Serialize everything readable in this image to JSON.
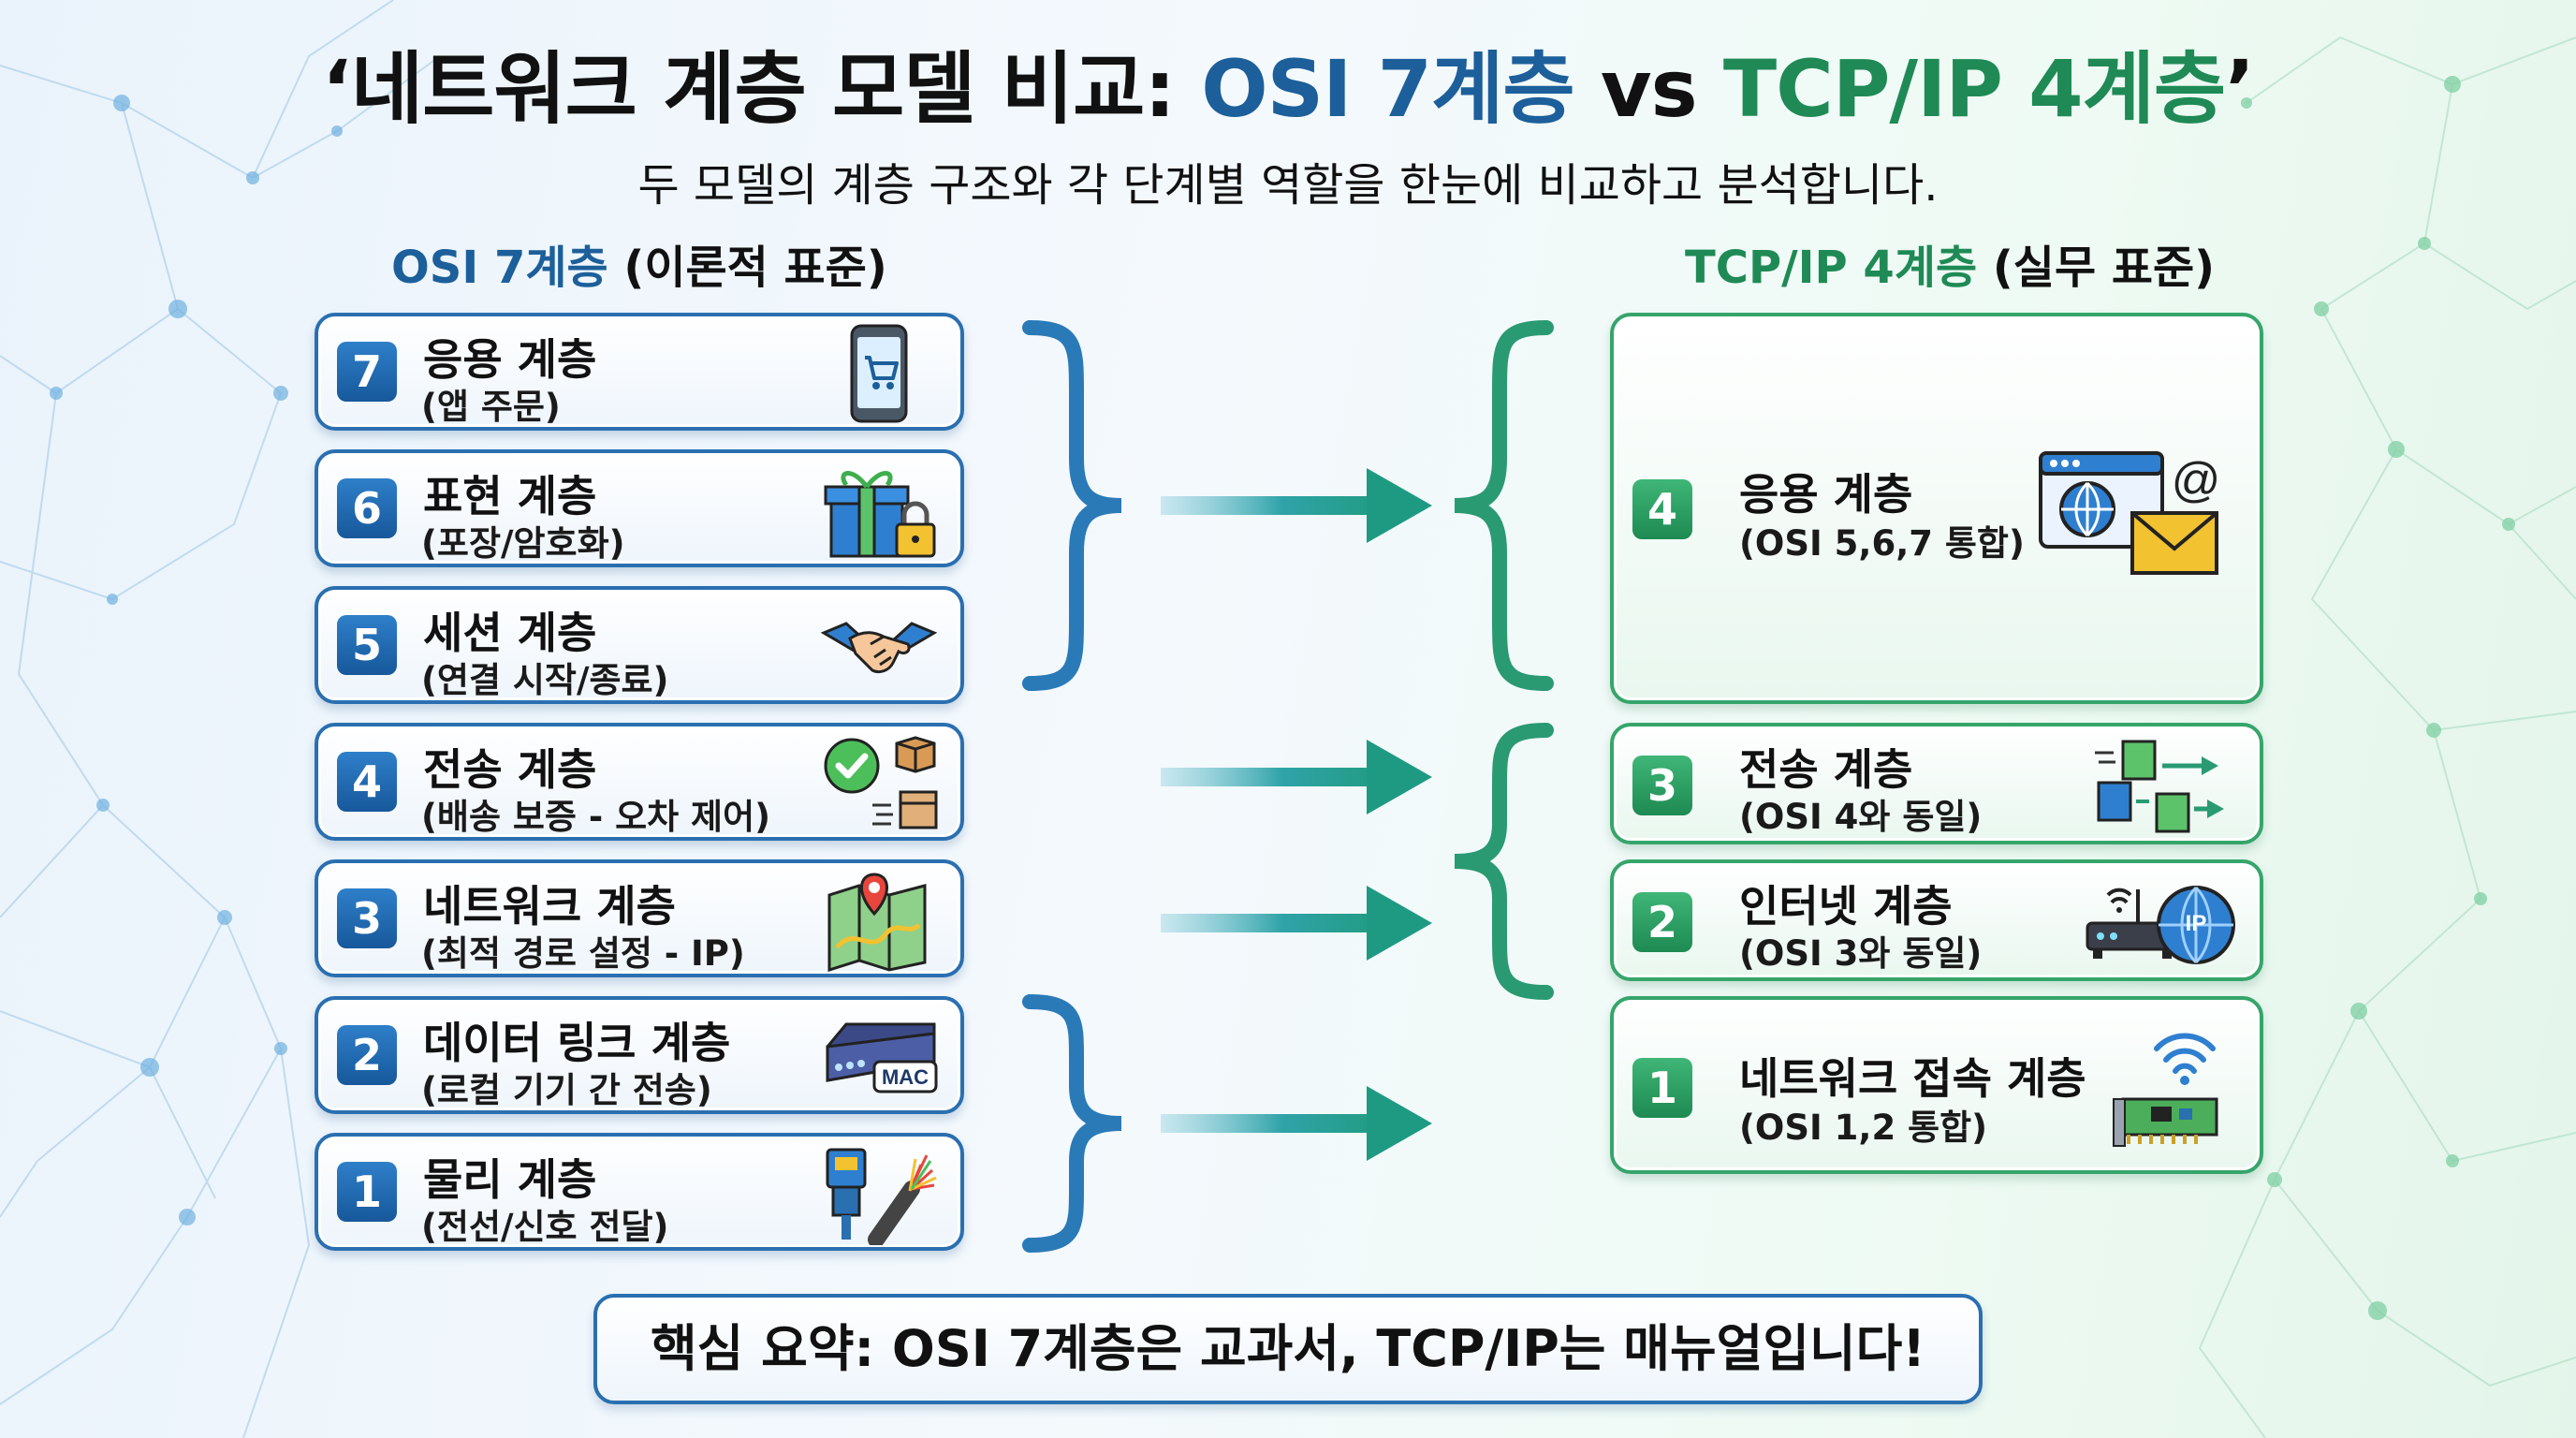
{
  "title": {
    "prefix": "‘네트워크 계층 모델 비교: ",
    "osi": "OSI 7계층",
    "vs": " vs ",
    "tcp": "TCP/IP 4계층",
    "suffix": "’"
  },
  "subtitle": "두 모델의 계층 구조와 각 단계별 역할을 한눈에 비교하고 분석합니다.",
  "osi_column": {
    "name": "OSI 7계층",
    "note": " (이론적 표준)"
  },
  "tcp_column": {
    "name": "TCP/IP 4계층",
    "note": " (실무 표준)"
  },
  "osi_layers": [
    {
      "num": "7",
      "name": "응용 계층",
      "desc": "(앱 주문)",
      "icon": "smartphone-cart-icon"
    },
    {
      "num": "6",
      "name": "표현 계층",
      "desc": "(포장/암호화)",
      "icon": "gift-lock-icon"
    },
    {
      "num": "5",
      "name": "세션 계층",
      "desc": "(연결 시작/종료)",
      "icon": "handshake-icon"
    },
    {
      "num": "4",
      "name": "전송 계층",
      "desc": "(배송 보증 - 오차 제어)",
      "icon": "check-package-icon"
    },
    {
      "num": "3",
      "name": "네트워크 계층",
      "desc": "(최적 경로 설정 - IP)",
      "icon": "map-pin-icon"
    },
    {
      "num": "2",
      "name": "데이터 링크 계층",
      "desc": "(로컬 기기 간 전송)",
      "icon": "switch-mac-icon"
    },
    {
      "num": "1",
      "name": "물리 계층",
      "desc": "(전선/신호 전달)",
      "icon": "cable-icon"
    }
  ],
  "tcp_layers": [
    {
      "num": "4",
      "name": "응용 계층",
      "desc": "(OSI 5,6,7 통합)",
      "icon": "browser-mail-icon"
    },
    {
      "num": "3",
      "name": "전송 계층",
      "desc": "(OSI 4와 동일)",
      "icon": "data-flow-icon"
    },
    {
      "num": "2",
      "name": "인터넷 계층",
      "desc": "(OSI 3와 동일)",
      "icon": "router-ip-icon"
    },
    {
      "num": "1",
      "name": "네트워크 접속 계층",
      "desc": "(OSI 1,2 통합)",
      "icon": "wifi-nic-icon"
    }
  ],
  "icon_text": {
    "mac": "MAC",
    "ip": "IP",
    "at": "@"
  },
  "colors": {
    "osi_blue": "#2a6fb0",
    "tcp_green": "#36a56b",
    "arrow": "#2aa5a0"
  },
  "summary": "핵심 요약: OSI 7계층은 교과서, TCP/IP는 매뉴얼입니다!"
}
